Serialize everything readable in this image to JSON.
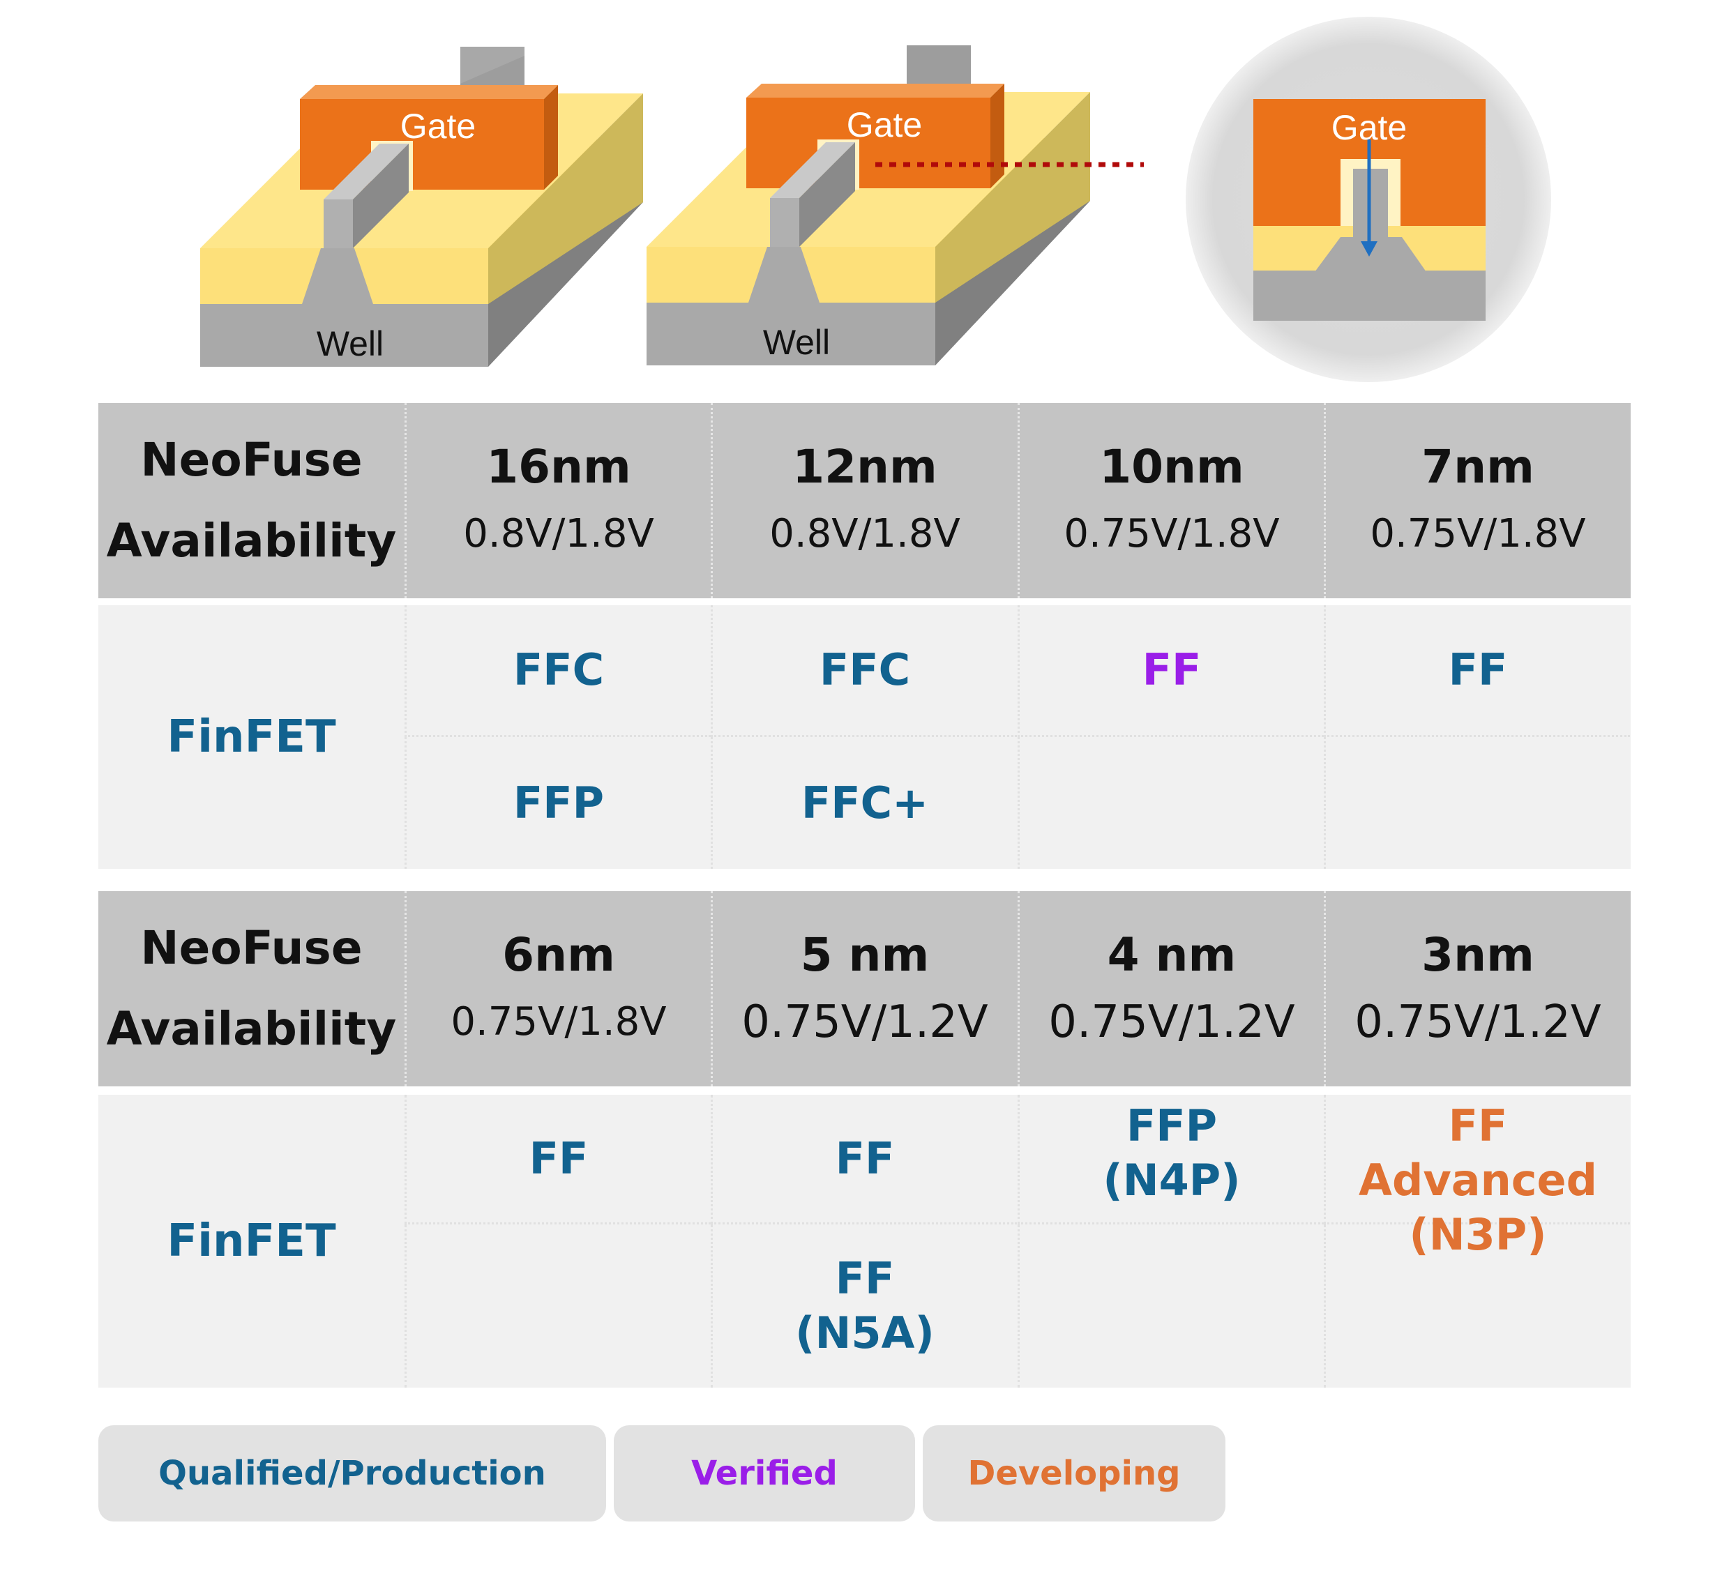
{
  "colors": {
    "qualified": "#12628f",
    "verified": "#9a1ee8",
    "developing": "#e07233",
    "header_bg": "#c4c4c4",
    "body_bg": "#f1f1f1",
    "gate": "#eb7219",
    "oxide": "#fde07a",
    "silicon": "#a8a8a8"
  },
  "diagrams": {
    "left": {
      "gate_label": "Gate",
      "well_label": "Well"
    },
    "middle": {
      "gate_label": "Gate",
      "well_label": "Well"
    },
    "cross_section": {
      "gate_label": "Gate"
    }
  },
  "table1": {
    "header_label_line1": "NeoFuse",
    "header_label_line2": "Availability",
    "columns": [
      {
        "node": "16nm",
        "voltage": "0.8V/1.8V"
      },
      {
        "node": "12nm",
        "voltage": "0.8V/1.8V"
      },
      {
        "node": "10nm",
        "voltage": "0.75V/1.8V"
      },
      {
        "node": "7nm",
        "voltage": "0.75V/1.8V"
      }
    ],
    "row_label": "FinFET",
    "cells_top": [
      {
        "l1": "FFC",
        "l2": "",
        "status": "qualified"
      },
      {
        "l1": "FFC",
        "l2": "",
        "status": "qualified"
      },
      {
        "l1": "FF",
        "l2": "",
        "status": "verified"
      },
      {
        "l1": "FF",
        "l2": "",
        "status": "qualified"
      }
    ],
    "cells_bottom": [
      {
        "l1": "FFP",
        "l2": "",
        "status": "qualified"
      },
      {
        "l1": "FFC+",
        "l2": "",
        "status": "qualified"
      },
      {
        "l1": "",
        "l2": "",
        "status": "qualified"
      },
      {
        "l1": "",
        "l2": "",
        "status": "qualified"
      }
    ]
  },
  "table2": {
    "header_label_line1": "NeoFuse",
    "header_label_line2": "Availability",
    "columns": [
      {
        "node": "6nm",
        "voltage": "0.75V/1.8V"
      },
      {
        "node": "5 nm",
        "voltage": "0.75V/1.2V"
      },
      {
        "node": "4 nm",
        "voltage": "0.75V/1.2V"
      },
      {
        "node": "3nm",
        "voltage": "0.75V/1.2V"
      }
    ],
    "row_label": "FinFET",
    "cells_top": [
      {
        "l1": "FF",
        "l2": "",
        "status": "qualified"
      },
      {
        "l1": "FF",
        "l2": "",
        "status": "qualified"
      },
      {
        "l1": "FFP",
        "l2": "(N4P)",
        "status": "qualified"
      },
      {
        "l1": "FF Advanced",
        "l2": "(N3P)",
        "status": "developing"
      }
    ],
    "cells_bottom": [
      {
        "l1": "",
        "l2": "",
        "status": "qualified"
      },
      {
        "l1": "FF",
        "l2": "(N5A)",
        "status": "qualified"
      },
      {
        "l1": "",
        "l2": "",
        "status": "qualified"
      },
      {
        "l1": "",
        "l2": "",
        "status": "qualified"
      }
    ]
  },
  "legend": [
    {
      "label": "Qualified/Production",
      "status": "qualified"
    },
    {
      "label": "Verified",
      "status": "verified"
    },
    {
      "label": "Developing",
      "status": "developing"
    }
  ]
}
